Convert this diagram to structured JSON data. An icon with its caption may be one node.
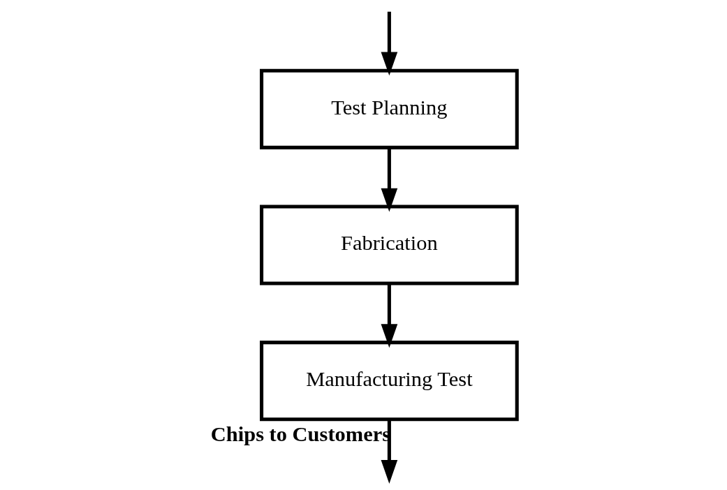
{
  "diagram": {
    "nodes": [
      {
        "text": [
          "Test Planning"
        ]
      },
      {
        "text": [
          "Fabrication"
        ]
      },
      {
        "text": [
          "Manufacturing Test"
        ]
      }
    ],
    "edges": [
      {
        "from": null,
        "to": 0,
        "arrow": "to"
      },
      {
        "from": 0,
        "to": 1,
        "arrow": "to"
      },
      {
        "from": 1,
        "to": 2,
        "arrow": "to"
      },
      {
        "from": 2,
        "to": null,
        "arrow": "to",
        "label": "Chips to Customers"
      }
    ]
  }
}
